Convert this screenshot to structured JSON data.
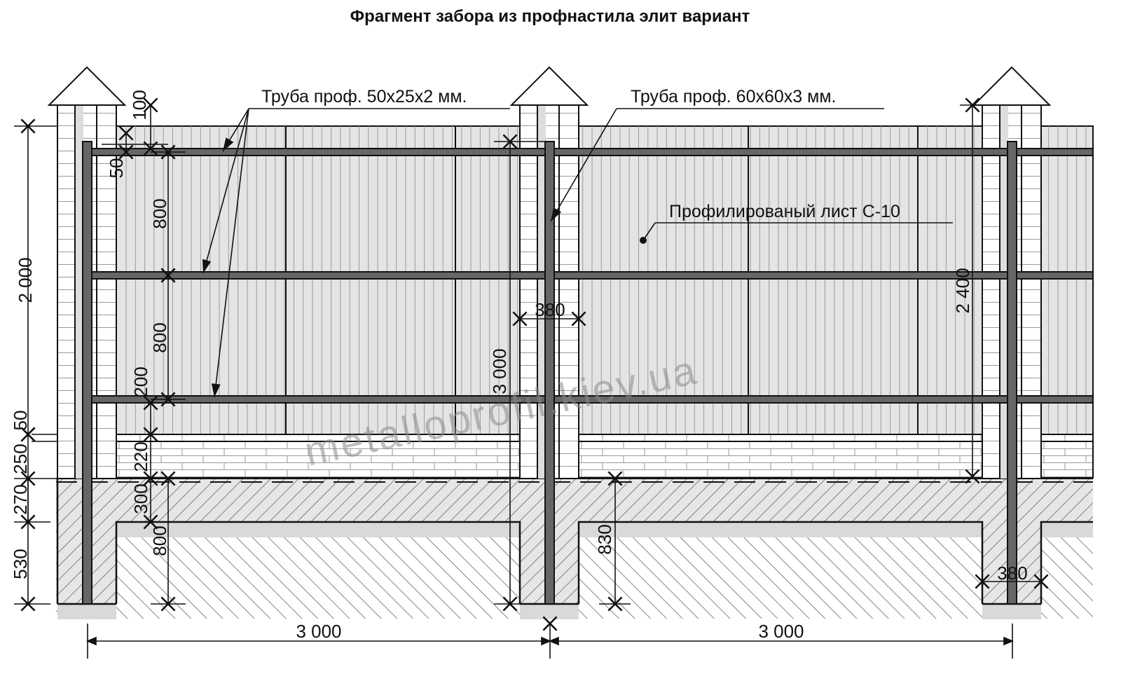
{
  "title": "Фрагмент забора из профнастила элит вариант",
  "labels": {
    "pipe_rails": "Труба проф. 50x25x2 мм.",
    "pipe_posts": "Труба проф. 60x60x3 мм.",
    "sheet": "Профилированый лист С-10"
  },
  "watermark": "metalloprofil.kiev.ua",
  "dimensions": {
    "total_height_left": "2 000",
    "cap_gap": "100",
    "top_rail_offset": "50",
    "rail_span_1": "800",
    "rail_span_2": "800",
    "bottom_rail_offset": "200",
    "plinth_cap": "50",
    "plinth": "250",
    "ground_strip": "270",
    "foundation_depth": "530",
    "plinth_inner": "220",
    "strip_depth": "300",
    "post_depth": "800",
    "post_length": "3 000",
    "pillar_depth": "830",
    "pillar_height": "2 400",
    "pillar_width_mid": "380",
    "pillar_width_right": "380",
    "span_left": "3 000",
    "span_right": "3 000"
  },
  "colors": {
    "post": "#666666",
    "sheet": "#e4e4e4",
    "foundation": "#d9d9d9",
    "line": "#111111"
  }
}
